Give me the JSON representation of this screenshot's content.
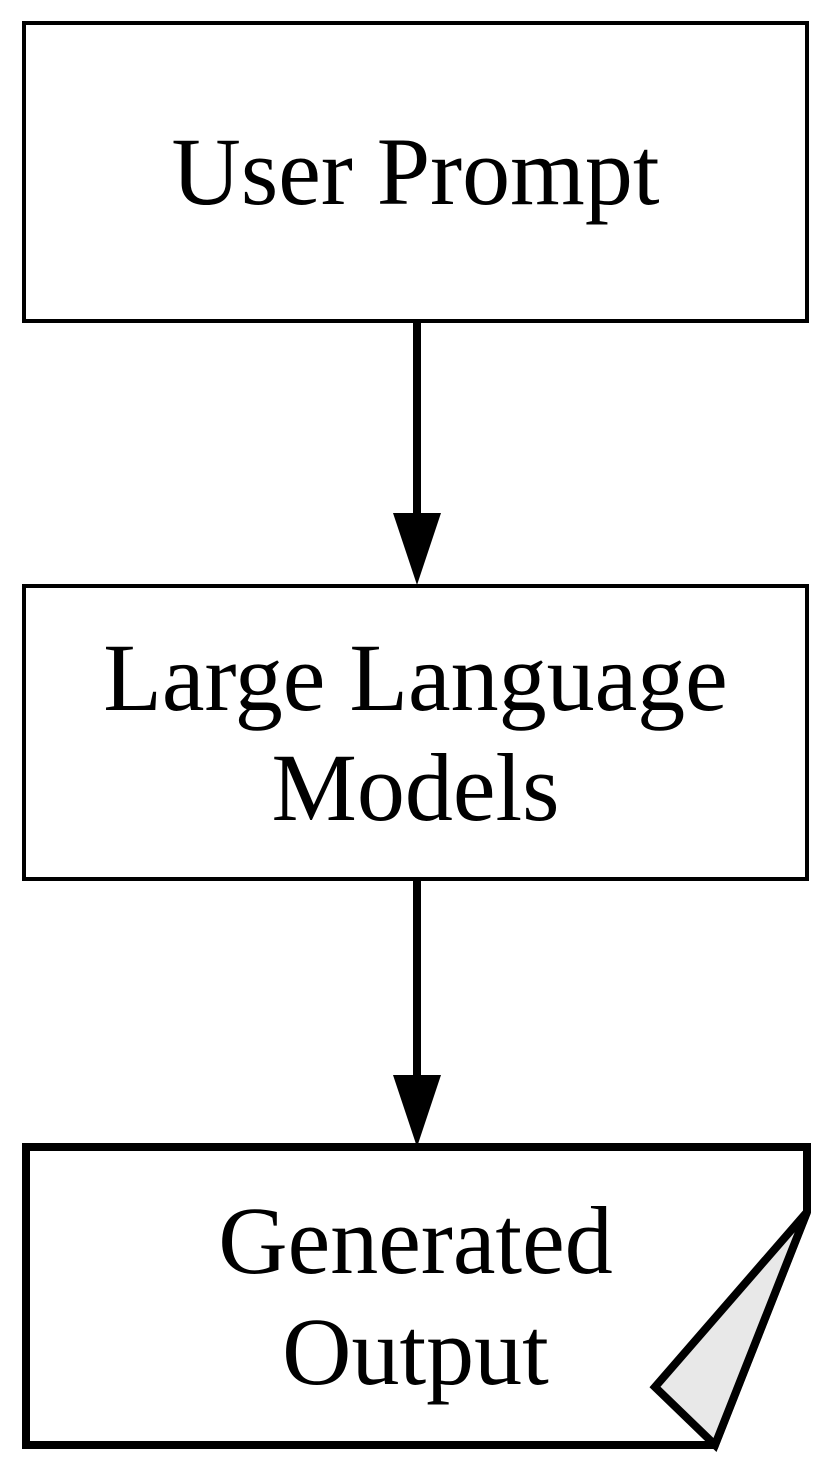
{
  "colors": {
    "background": "#ffffff",
    "stroke": "#000000",
    "text": "#000000",
    "fold_fill": "#e8e8e8"
  },
  "nodes": [
    {
      "id": "user-prompt",
      "label": "User Prompt",
      "shape": "rectangle"
    },
    {
      "id": "large-language-models",
      "label": "Large Language Models",
      "shape": "rectangle"
    },
    {
      "id": "generated-output",
      "label": "Generated Output",
      "shape": "document-folded-corner"
    }
  ],
  "edges": [
    {
      "from": "user-prompt",
      "to": "large-language-models",
      "style": "solid-arrow-down"
    },
    {
      "from": "large-language-models",
      "to": "generated-output",
      "style": "solid-arrow-down"
    }
  ]
}
